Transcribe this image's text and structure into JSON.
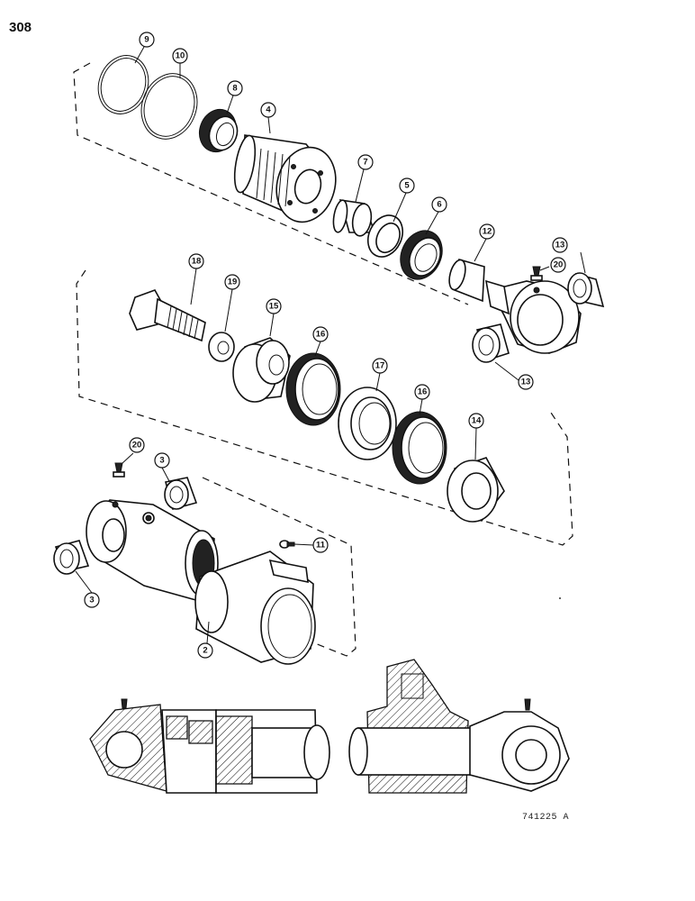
{
  "page_number": "308",
  "figure_code": "741225 A",
  "callouts": [
    "9",
    "10",
    "8",
    "4",
    "7",
    "5",
    "6",
    "12",
    "13",
    "20",
    "18",
    "19",
    "15",
    "16",
    "17",
    "16",
    "14",
    "13",
    "20",
    "3",
    "11",
    "3",
    "2"
  ]
}
